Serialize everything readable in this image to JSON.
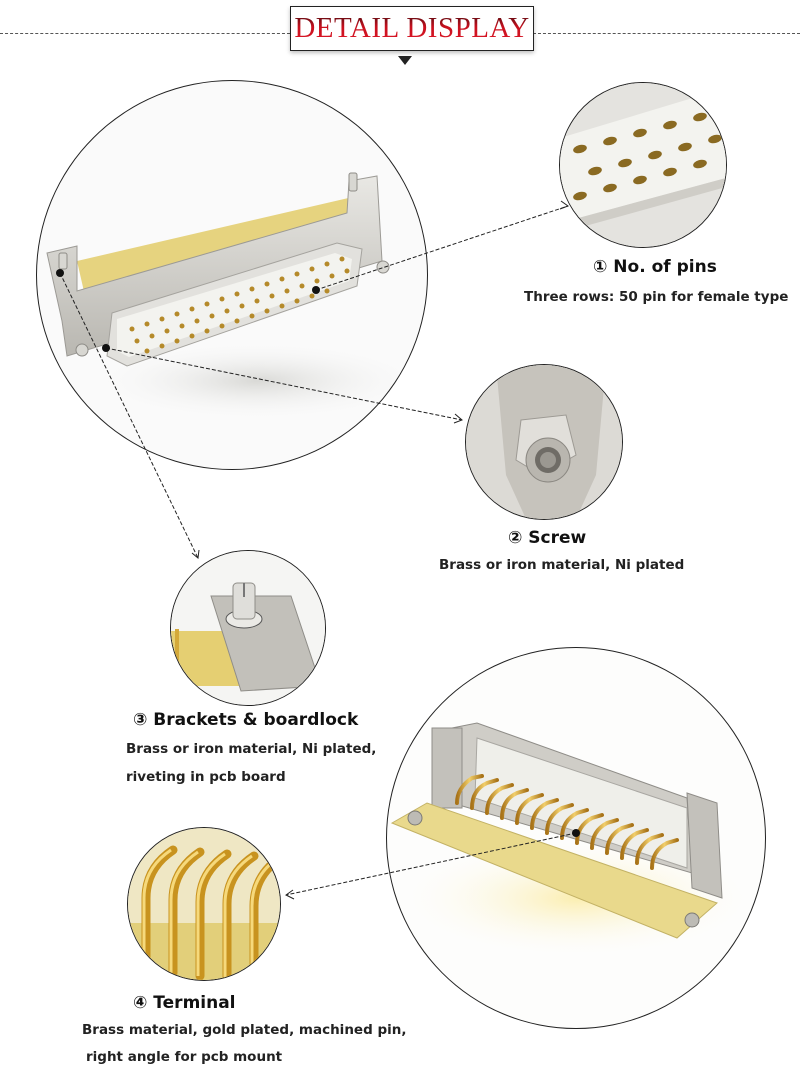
{
  "header": {
    "title": "DETAIL DISPLAY",
    "title_color": "#c8101e"
  },
  "main_image": {
    "icon": "d-sub-50-female-connector-photo",
    "alt": "50-pin female D-sub connector, right angle"
  },
  "details": [
    {
      "number": "①",
      "title": "No. of pins",
      "heading": "①  No. of pins",
      "description_lines": [
        "Three rows: 50 pin for  female type"
      ],
      "icon": "pin-holes-closeup"
    },
    {
      "number": "②",
      "title": "Screw",
      "heading": "②  Screw",
      "description_lines": [
        "Brass or iron material, Ni plated"
      ],
      "icon": "hex-screw-closeup"
    },
    {
      "number": "③",
      "title": "Brackets & boardlock",
      "heading": "③  Brackets & boardlock",
      "description_lines": [
        "Brass or iron material, Ni plated,",
        "riveting in pcb board"
      ],
      "icon": "bracket-boardlock-closeup"
    },
    {
      "number": "④",
      "title": "Terminal",
      "heading": "④  Terminal",
      "description_lines": [
        "Brass material, gold plated, machined pin,",
        "right angle for pcb mount"
      ],
      "icon": "gold-terminal-closeup"
    }
  ],
  "secondary_image": {
    "icon": "d-sub-connector-rear-pins-photo",
    "alt": "Right angle D-sub connector with gold plated terminals"
  },
  "colors": {
    "gold": "#d4a93a",
    "nickel": "#c9c7c2",
    "insulator": "#f1f1ec",
    "pcb": "#e9d98c"
  }
}
